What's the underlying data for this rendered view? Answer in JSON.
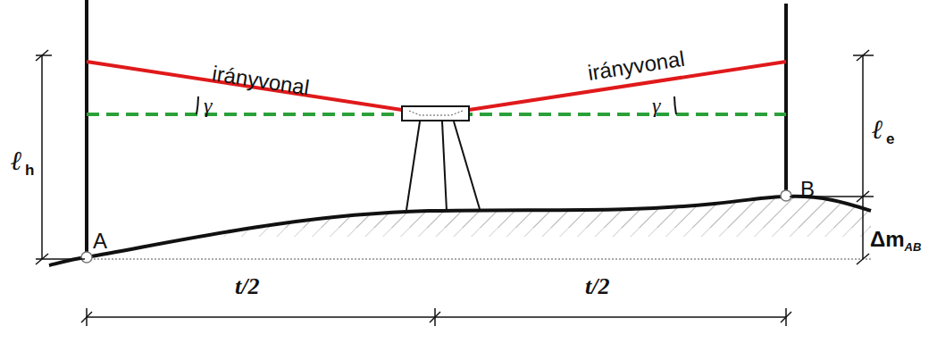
{
  "diagram": {
    "labels": [
      "irányvonal",
      "γ",
      "irányvonal",
      "γ",
      "ℓ",
      "h",
      "ℓ",
      "e",
      "A",
      "B",
      "Δm",
      "AB",
      "t/2",
      "t/2"
    ]
  }
}
